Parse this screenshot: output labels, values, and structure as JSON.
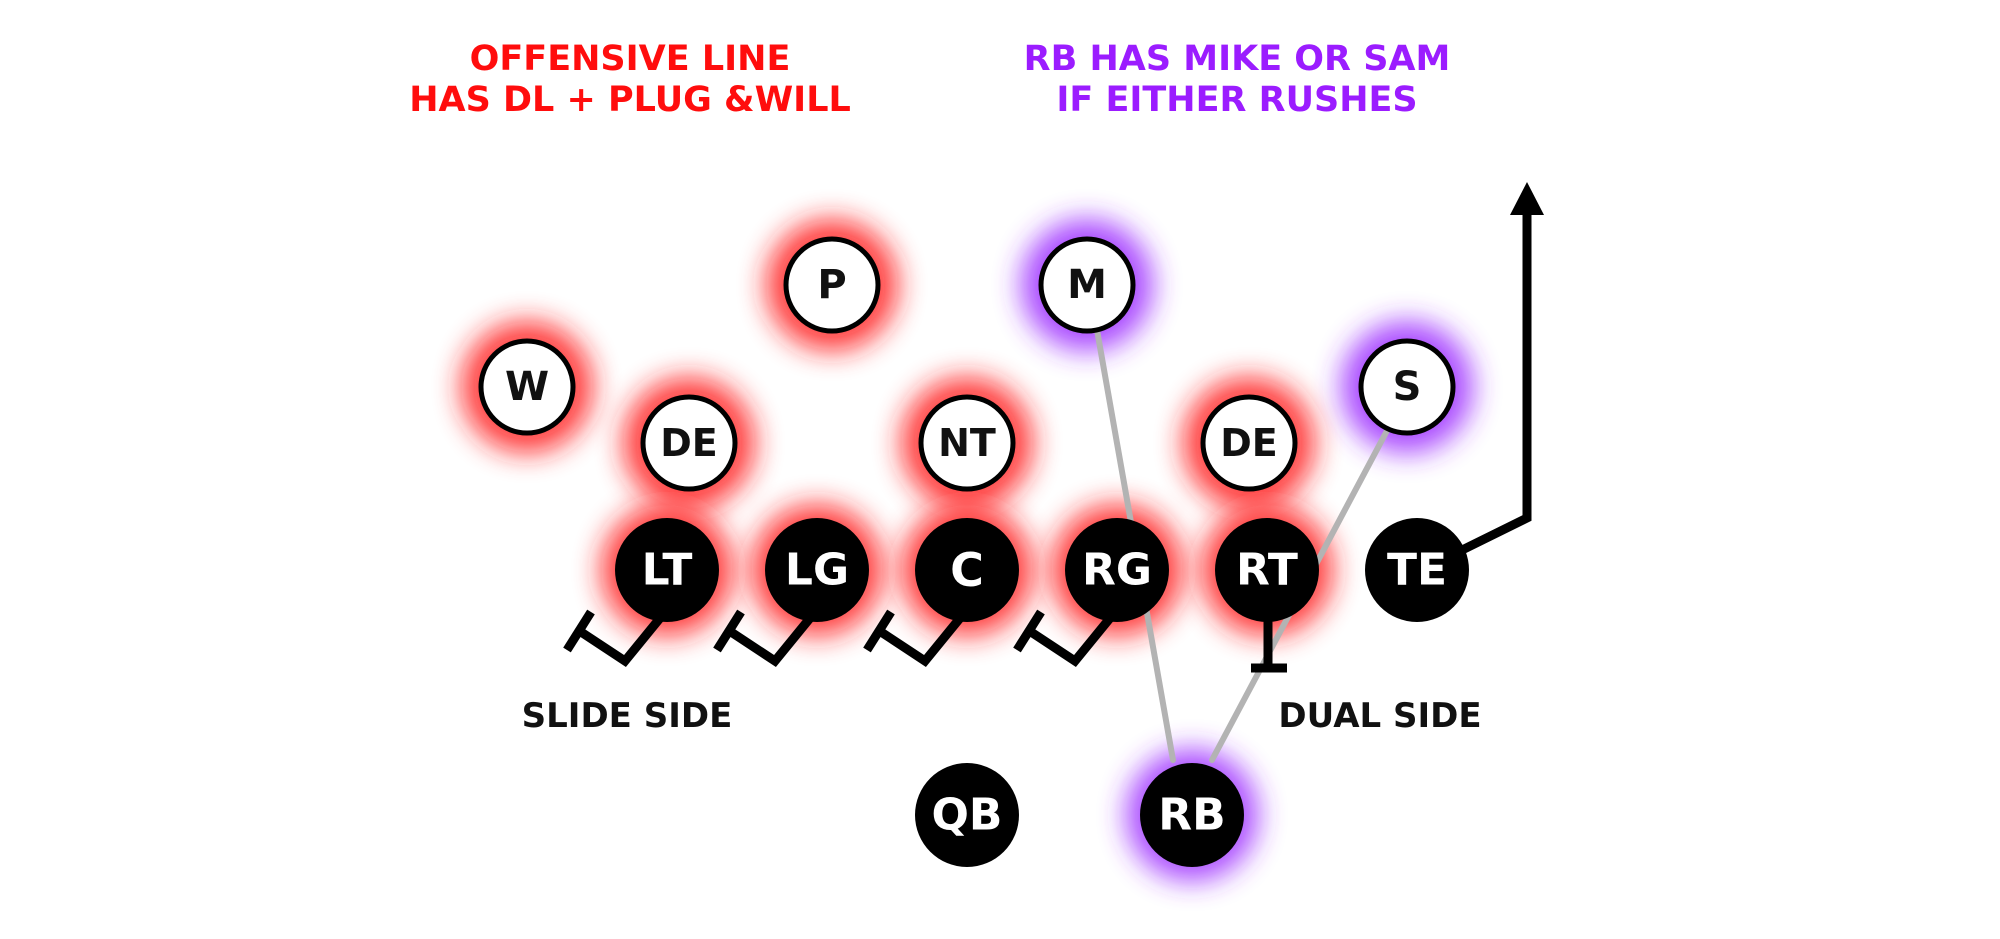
{
  "colors": {
    "offense_fill": "#000000",
    "offense_text": "#ffffff",
    "defense_fill": "#ffffff",
    "defense_stroke": "#000000",
    "defense_text": "#111111",
    "glow_red": "#ff1a1a",
    "glow_purple": "#9b2cff",
    "title_red": "#ff0d0d",
    "title_purple": "#9b1cff",
    "caption": "#111111",
    "assignment_line": "#b3b3b3",
    "block_line": "#000000"
  },
  "headings": {
    "left_line1": "OFFENSIVE LINE",
    "left_line2": "HAS DL + PLUG &WILL",
    "right_line1": "RB HAS MIKE OR SAM",
    "right_line2": "IF EITHER RUSHES"
  },
  "captions": {
    "slide_side": "SLIDE SIDE",
    "dual_side": "DUAL SIDE"
  },
  "players": {
    "offense": [
      {
        "id": "lt",
        "label": "LT",
        "glow": "red"
      },
      {
        "id": "lg",
        "label": "LG",
        "glow": "red"
      },
      {
        "id": "c",
        "label": "C",
        "glow": "red"
      },
      {
        "id": "rg",
        "label": "RG",
        "glow": "red"
      },
      {
        "id": "rt",
        "label": "RT",
        "glow": "red"
      },
      {
        "id": "te",
        "label": "TE",
        "glow": "none"
      },
      {
        "id": "qb",
        "label": "QB",
        "glow": "none"
      },
      {
        "id": "rb",
        "label": "RB",
        "glow": "purple"
      }
    ],
    "defense": [
      {
        "id": "w",
        "label": "W",
        "glow": "red"
      },
      {
        "id": "p",
        "label": "P",
        "glow": "red"
      },
      {
        "id": "m",
        "label": "M",
        "glow": "purple"
      },
      {
        "id": "s",
        "label": "S",
        "glow": "purple"
      },
      {
        "id": "de1",
        "label": "DE",
        "glow": "red"
      },
      {
        "id": "nt",
        "label": "NT",
        "glow": "red"
      },
      {
        "id": "de2",
        "label": "DE",
        "glow": "red"
      }
    ]
  }
}
